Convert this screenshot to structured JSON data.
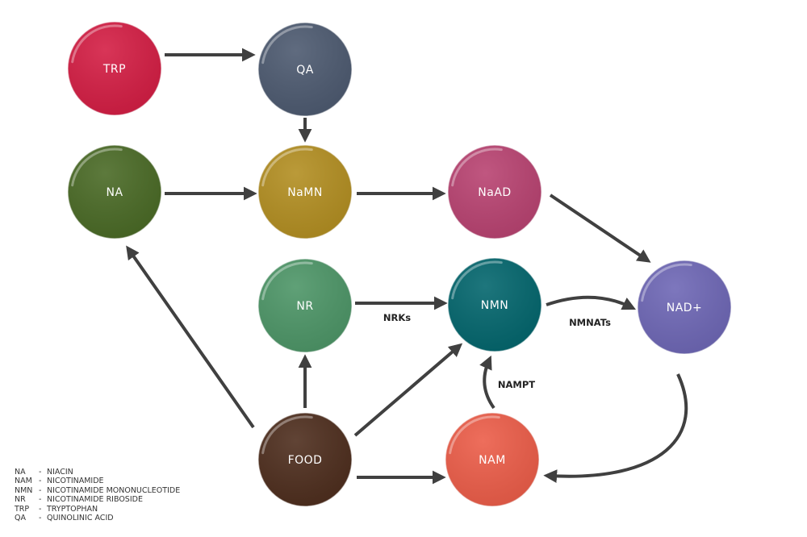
{
  "nodes": {
    "trp": {
      "label": "TRP",
      "color": "#d41f45"
    },
    "qa": {
      "label": "QA",
      "color": "#4e5b71"
    },
    "na": {
      "label": "NA",
      "color": "#4b6b27"
    },
    "namn": {
      "label": "NaMN",
      "color": "#b38f23"
    },
    "naad": {
      "label": "NaAD",
      "color": "#b94472"
    },
    "nr": {
      "label": "NR",
      "color": "#4e9668"
    },
    "nmn": {
      "label": "NMN",
      "color": "#05676e"
    },
    "nad": {
      "label": "NAD+",
      "color": "#6f68b6"
    },
    "food": {
      "label": "FOOD",
      "color": "#4f2f1f"
    },
    "nam": {
      "label": "NAM",
      "color": "#ec5e4a"
    }
  },
  "edge_labels": {
    "nrks": "NRKs",
    "nmnats": "NMNATs",
    "nampt": "NAMPT"
  },
  "legend": [
    {
      "abbr": "NA",
      "dash": "-",
      "text": "NIACIN"
    },
    {
      "abbr": "NAM",
      "dash": "-",
      "text": "NICOTINAMIDE"
    },
    {
      "abbr": "NMN",
      "dash": "-",
      "text": "NICOTINAMIDE MONONUCLEOTIDE"
    },
    {
      "abbr": "NR",
      "dash": "-",
      "text": "NICOTINAMIDE RIBOSIDE"
    },
    {
      "abbr": "TRP",
      "dash": "-",
      "text": "TRYPTOPHAN"
    },
    {
      "abbr": "QA",
      "dash": "-",
      "text": "QUINOLINIC ACID"
    }
  ],
  "arrow_color": "#404040"
}
